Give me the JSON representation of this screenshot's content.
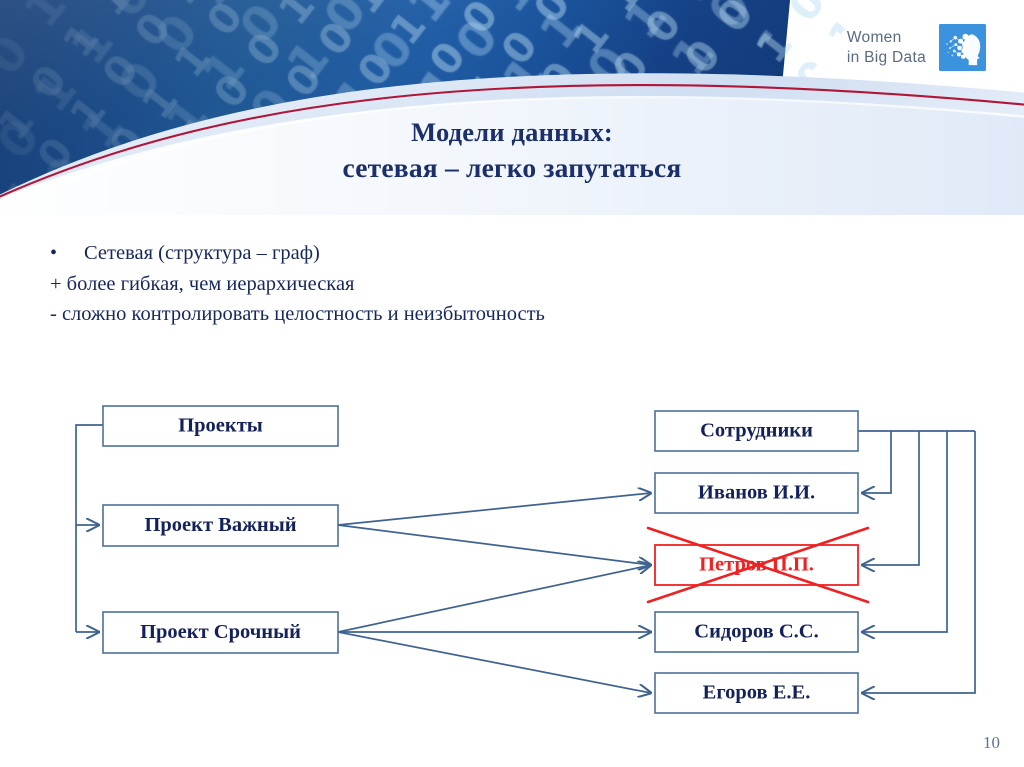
{
  "slide": {
    "page_number": "10",
    "accent_blue": "#1f5ea8",
    "accent_crimson": "#b01638",
    "text_navy": "#16275c",
    "node_stroke": "#4d6f9a",
    "deleted_red": "#ee2222"
  },
  "logo": {
    "text": "Women\nin Big Data",
    "mark_name": "woman-head-bigdata-icon",
    "mark_bg": "#3b93de"
  },
  "title": {
    "line1": "Модели данных:",
    "line2": "сетевая – легко запутаться"
  },
  "bullets": {
    "item1_marker": "•",
    "item1": "Сетевая (структура – граф)",
    "item2": "+ более гибкая, чем иерархическая",
    "item3": "- сложно контролировать целостность и неизбыточность"
  },
  "diagram": {
    "projects": {
      "root": "Проекты",
      "items": [
        "Проект Важный",
        "Проект Срочный"
      ]
    },
    "employees": {
      "root": "Сотрудники",
      "items": [
        "Иванов И.И.",
        "Петров П.П.",
        "Сидоров С.С.",
        "Егоров Е.Е."
      ],
      "deleted_item": "Петров П.П."
    },
    "links": [
      {
        "from": "Проект Важный",
        "to": "Иванов И.И."
      },
      {
        "from": "Проект Важный",
        "to": "Петров П.П."
      },
      {
        "from": "Проект Срочный",
        "to": "Петров П.П."
      },
      {
        "from": "Проект Срочный",
        "to": "Сидоров С.С."
      },
      {
        "from": "Проект Срочный",
        "to": "Егоров Е.Е."
      },
      {
        "from": "Проекты",
        "to": "Проект Важный"
      },
      {
        "from": "Проекты",
        "to": "Проект Срочный"
      },
      {
        "from": "Сотрудники",
        "to": "Иванов И.И."
      },
      {
        "from": "Сотрудники",
        "to": "Петров П.П."
      },
      {
        "from": "Сотрудники",
        "to": "Сидоров С.С."
      },
      {
        "from": "Сотрудники",
        "to": "Егоров Е.Е."
      }
    ]
  },
  "binary_texture": {
    "row1": "1 0 1 1 0 0 1 0 1 1 0 1 0 0 1 1 0 1 0 1 0 0 1 0 1 1 0 1",
    "row2": "0 1 0 0 1 1 0 1 0 0 1 0 1 1 0 0 1 0 1 1 0 1 0 1 1 0 0 1",
    "row3": "1 1 0 1 0 1 0 0 1 1 0 1 1 0 1 0 0 1 0 1 1 0 1 0 0 1 1 0",
    "row4": "0 0 1 0 1 1 0 1 1 0 0 1 0 1 0 1 1 0 1 0 0 1 1 0 1 0 1 1",
    "row5": "1 0 1 1 0 0 1 1 0 1 0 0 1 1 0 1 0 1 0 0 1 1 0 1 0 1 0 0",
    "row6": "0 1 1 0 1 0 1 0 0 1 1 0 1 0 1 1 0 0 1 0 1 0 1 1 0 0 1 1",
    "row7": "1 0 0 1 1 0 0 1 1 0 1 1 0 0 1 0 1 1 0 1 0 1 0 0 1 1 0 1",
    "row8": "0 1 0 1 0 1 1 0 0 1 0 1 1 0 0 1 1 0 1 0 1 0 0 1 1 0 1 0"
  }
}
